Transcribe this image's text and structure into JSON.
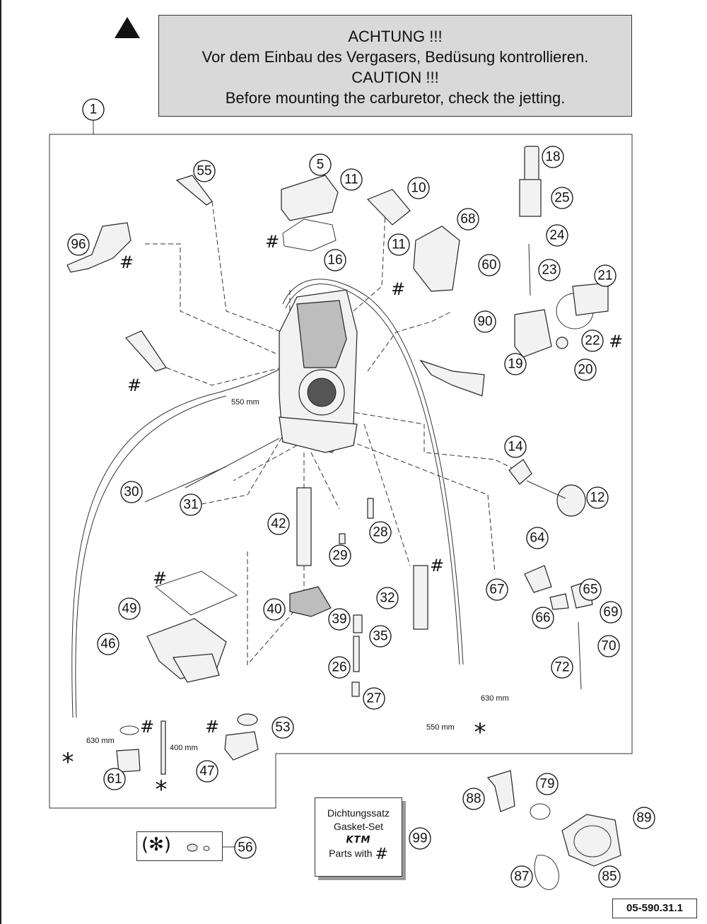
{
  "caution": {
    "de_heading": "ACHTUNG !!!",
    "de_text": "Vor dem Einbau des Vergasers, Bedüsung kontrollieren.",
    "en_heading": "CAUTION !!!",
    "en_text": "Before mounting the carburetor, check the jetting."
  },
  "callouts": [
    "1",
    "5",
    "10",
    "11",
    "11",
    "12",
    "14",
    "16",
    "18",
    "19",
    "20",
    "21",
    "22",
    "23",
    "24",
    "25",
    "26",
    "27",
    "28",
    "29",
    "30",
    "31",
    "32",
    "35",
    "39",
    "40",
    "42",
    "46",
    "47",
    "49",
    "53",
    "55",
    "56",
    "60",
    "61",
    "64",
    "65",
    "66",
    "67",
    "68",
    "69",
    "70",
    "72",
    "79",
    "85",
    "87",
    "88",
    "89",
    "90",
    "96",
    "99"
  ],
  "dimensions": {
    "d550_top": "550 mm",
    "d630_left": "630 mm",
    "d400": "400 mm",
    "d630_right": "630 mm",
    "d550_right": "550 mm"
  },
  "gasket_set": {
    "line1": "Dichtungssatz",
    "line2": "Gasket-Set",
    "brand": "KTM",
    "line3": "Parts with"
  },
  "symbols": {
    "hash": "#",
    "star": "*",
    "star_legend": "(✻)"
  },
  "part_code": "05-590.31.1"
}
